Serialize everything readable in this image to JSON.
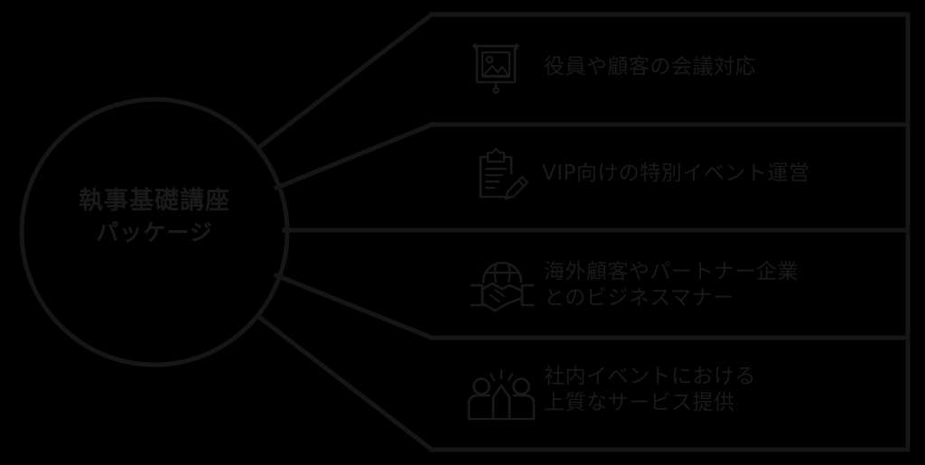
{
  "theme": {
    "background": "#000000",
    "line_color": "#161616",
    "text_color": "#1a1a1a",
    "icon_color": "#1a1a1a"
  },
  "center": {
    "label_line1": "執事基礎講座",
    "label_line2": "パッケージ"
  },
  "items": [
    {
      "icon": "presentation-screen-icon",
      "text": "役員や顧客の会議対応"
    },
    {
      "icon": "clipboard-pencil-icon",
      "text": "VIP向けの特別イベント運営"
    },
    {
      "icon": "globe-handshake-icon",
      "text": "海外顧客やパートナー企業\nとのビジネスマナー"
    },
    {
      "icon": "people-celebration-icon",
      "text": "社内イベントにおける\n上質なサービス提供"
    }
  ]
}
